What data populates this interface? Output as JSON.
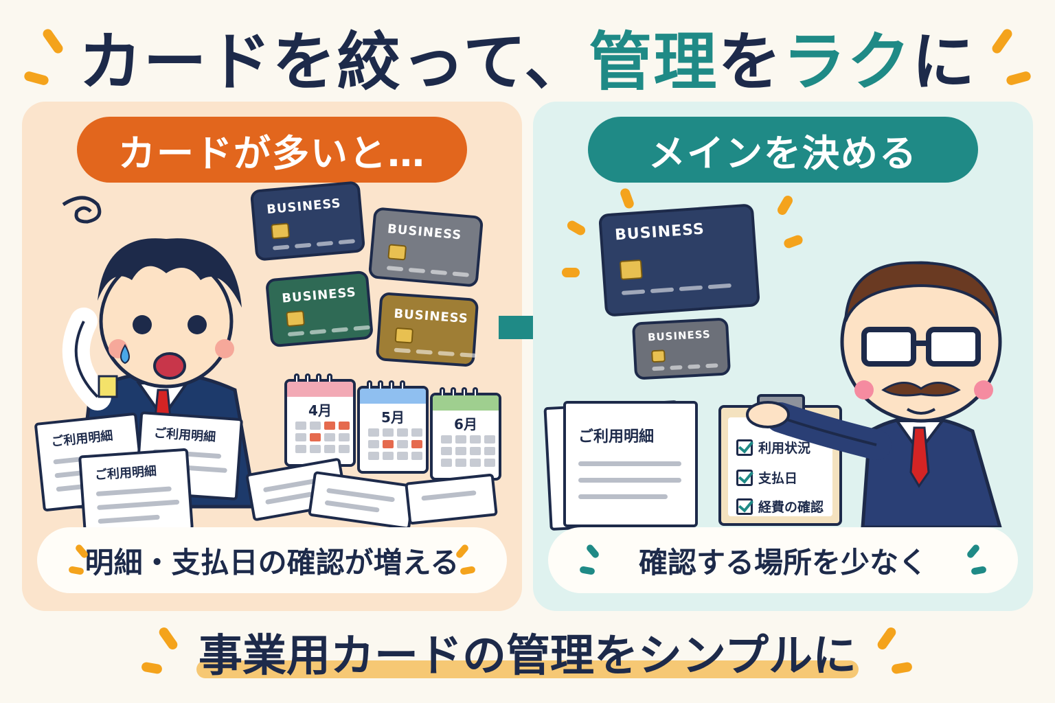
{
  "title": {
    "part1": "カードを絞って、",
    "part2": "管理",
    "part3": "を",
    "part4": "ラク",
    "part5": "に"
  },
  "left_panel": {
    "heading": "カードが多いと…",
    "footer": "明細・支払日の確認が増える",
    "cards": [
      "BUSINESS",
      "BUSINESS",
      "BUSINESS",
      "BUSINESS"
    ],
    "statements": [
      "ご利用明細",
      "ご利用明細",
      "ご利用明細"
    ],
    "calendars": [
      "4月",
      "5月",
      "6月"
    ]
  },
  "right_panel": {
    "heading": "メインを決める",
    "footer": "確認する場所を少なく",
    "cards": [
      "BUSINESS",
      "BUSINESS"
    ],
    "statement": "ご利用明細",
    "checklist": [
      "利用状況",
      "支払日",
      "経費の確認"
    ]
  },
  "caption": "事業用カードの管理をシンプルに",
  "colors": {
    "navy": "#1d2a4a",
    "teal": "#1f8a86",
    "orange": "#e2661d",
    "accent_yellow": "#f4a31c"
  }
}
